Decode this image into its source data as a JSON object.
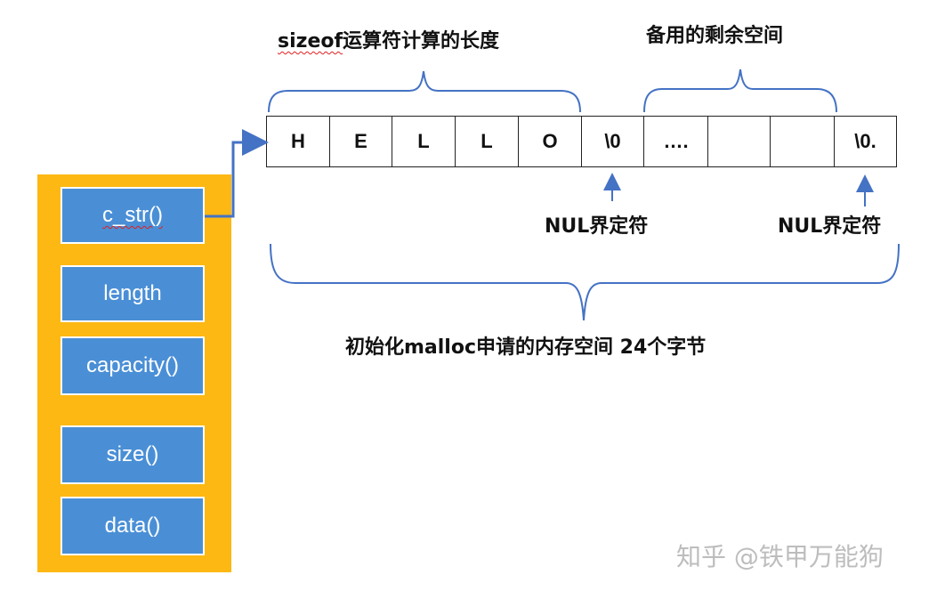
{
  "top_labels": {
    "sizeof_label_prefix": "sizeof",
    "sizeof_label_rest": "运算符计算的长度",
    "reserve_label": "备用的剩余空间"
  },
  "cells": [
    "H",
    "E",
    "L",
    "L",
    "O",
    "\\0",
    "….",
    "",
    "",
    "\\0."
  ],
  "nul_labels": [
    "NUL界定符",
    "NUL界定符"
  ],
  "bottom_label": "初始化malloc申请的内存空间 24个字节",
  "fields": [
    {
      "label": "c_str()"
    },
    {
      "label": "length"
    },
    {
      "label": "capacity()"
    },
    {
      "label": "size()"
    },
    {
      "label": "data()"
    }
  ],
  "watermark": "知乎 @铁甲万能狗",
  "colors": {
    "panel": "#FDB813",
    "field": "#4A8FD6",
    "bracket": "#4472C4",
    "arrow": "#4472C4"
  }
}
